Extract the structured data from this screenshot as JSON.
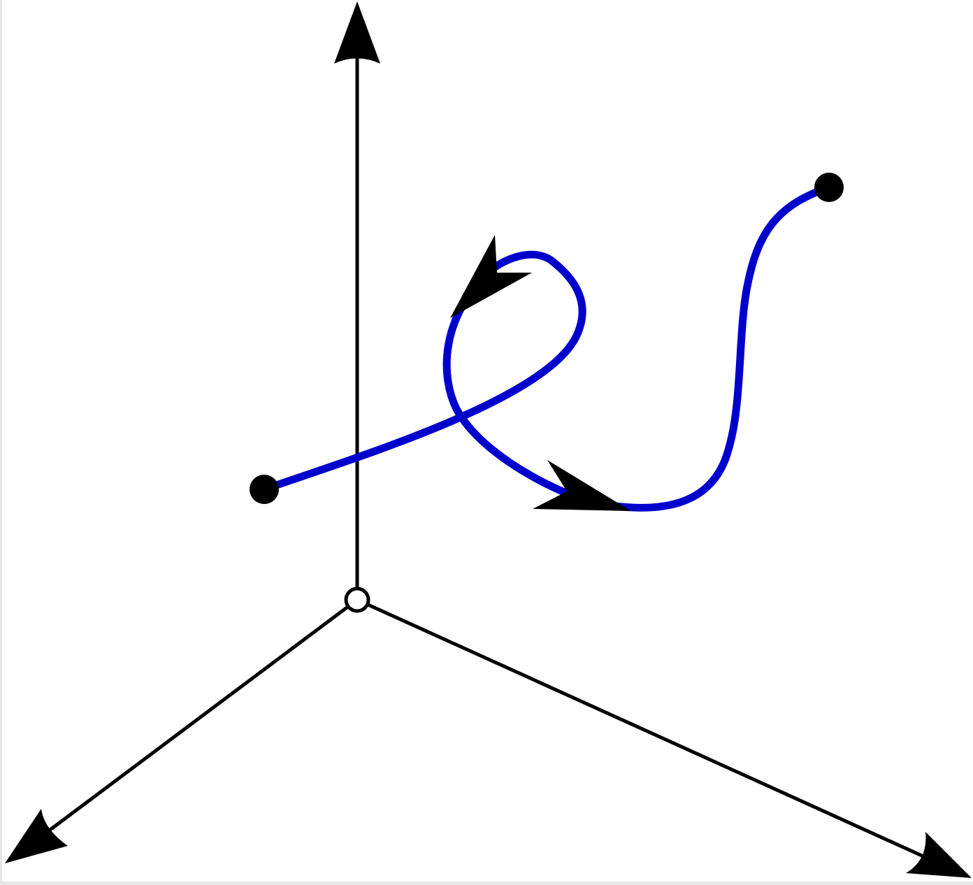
{
  "diagram": {
    "kind": "3d-axes-with-oriented-space-curve",
    "colors": {
      "background": "#ffffff",
      "axis": "#000000",
      "curve": "#0000cc",
      "endpoint": "#000000",
      "origin_fill": "#ffffff",
      "origin_stroke": "#000000",
      "frame_border": "#e6e6e6"
    },
    "axes": [
      {
        "name": "vertical-axis",
        "direction": "up"
      },
      {
        "name": "left-axis",
        "direction": "down-left"
      },
      {
        "name": "right-axis",
        "direction": "down-right"
      }
    ],
    "curve": {
      "direction_arrows": 2,
      "endpoints": 2
    }
  }
}
